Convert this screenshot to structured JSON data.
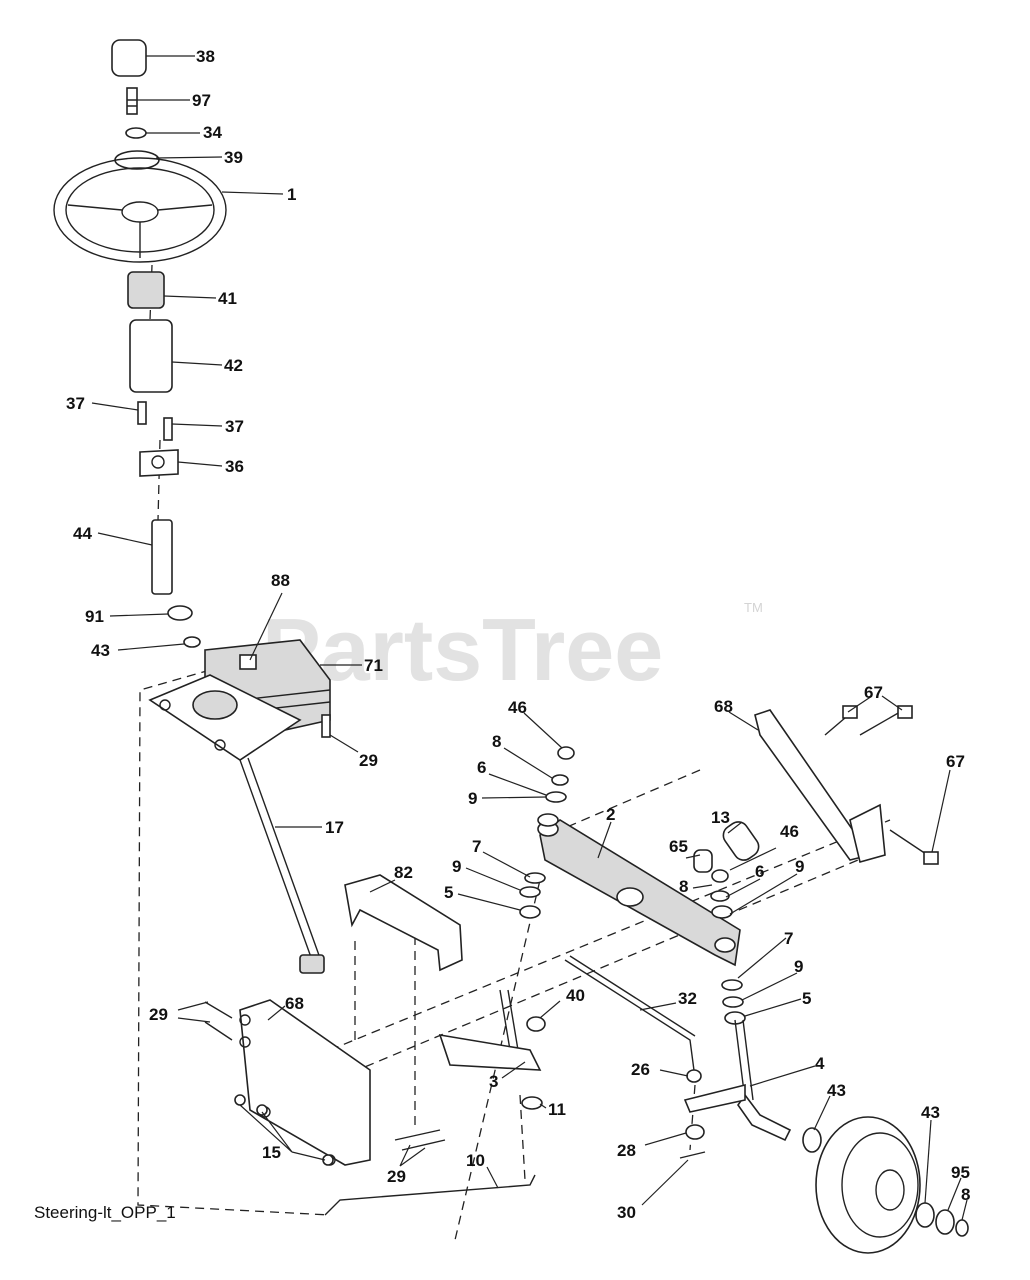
{
  "watermark": {
    "brand": "PartsTree",
    "trademark": "TM"
  },
  "caption": "Steering-lt_OPP_1",
  "callouts": [
    "38",
    "97",
    "34",
    "39",
    "1",
    "41",
    "42",
    "37",
    "37",
    "36",
    "44",
    "88",
    "91",
    "43",
    "71",
    "29",
    "17",
    "46",
    "8",
    "6",
    "9",
    "7",
    "9",
    "5",
    "82",
    "68",
    "67",
    "67",
    "2",
    "13",
    "65",
    "46",
    "8",
    "6",
    "9",
    "7",
    "9",
    "5",
    "40",
    "32",
    "29",
    "68",
    "3",
    "26",
    "4",
    "43",
    "11",
    "15",
    "29",
    "28",
    "10",
    "30",
    "43",
    "95",
    "8"
  ]
}
